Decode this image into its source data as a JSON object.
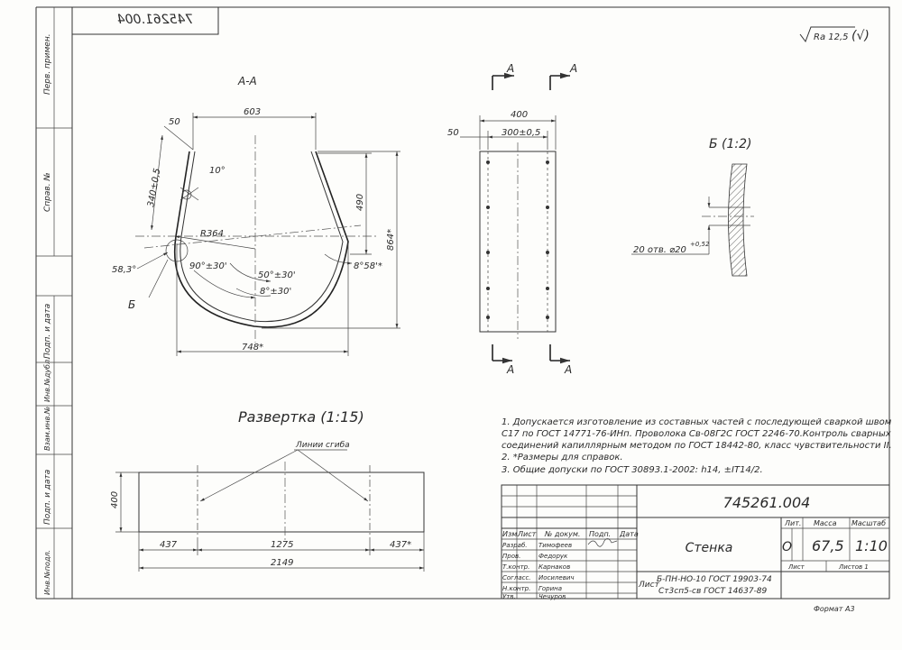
{
  "document": {
    "number": "745261.004",
    "number_mirrored": "745261.004",
    "roughness": "Ra 12,5",
    "roughness_suffix": "(√)",
    "format": "Формат А3"
  },
  "side_stamps": {
    "perv_primen": "Перв. примен.",
    "sprav": "Справ. №",
    "podp_data_1": "Подп. и дата",
    "inv_dubl": "Инв.№дубл.",
    "vzam_inv": "Взам.инв.№",
    "podp_data_2": "Подп. и дата",
    "inv_podl": "Инв.№подл."
  },
  "section_view": {
    "title": "А-А",
    "dim_top": "603",
    "dim_50": "50",
    "dim_340": "340±0,5",
    "dim_10deg": "10°",
    "dim_490": "490",
    "dim_864": "864*",
    "dim_R364": "R364",
    "dim_583": "58,3°",
    "dim_90_30": "90°±30'",
    "dim_50_30": "50°±30'",
    "dim_8_30": "8°±30'",
    "dim_858": "8°58'*",
    "dim_748": "748*",
    "callout_B": "Б"
  },
  "plan_view": {
    "cut_top_left": "А",
    "cut_top_right": "А",
    "cut_bottom_left": "А",
    "cut_bottom_right": "А",
    "dim_400": "400",
    "dim_300": "300±0,5",
    "dim_50": "50"
  },
  "detail_view": {
    "title": "Б (1:2)",
    "holes_prefix": "20 отв. ⌀20",
    "holes_tol": "+0,52"
  },
  "development": {
    "title": "Развертка (1:15)",
    "bend_lines": "Линии сгиба",
    "dim_400": "400",
    "dim_437_left": "437",
    "dim_1275": "1275",
    "dim_437_right": "437*",
    "dim_2149": "2149"
  },
  "notes": [
    "1. Допускается изготовление из составных частей с последующей сваркой швом",
    "С17 по ГОСТ 14771-76-ИНп. Проволока Св-08Г2С ГОСТ 2246-70.Контроль сварных",
    "соединений капиллярным методом по ГОСТ 18442-80, класс чувствительности II.",
    "2. *Размеры для справок.",
    "3. Общие допуски по ГОСТ 30893.1-2002: h14, ±IT14/2."
  ],
  "title_block": {
    "doc_number": "745261.004",
    "part_name": "Стенка",
    "material_prefix": "Лист",
    "material_line1": "Б-ПН-НО-10 ГОСТ 19903-74",
    "material_line2": "Ст3сп5-св ГОСТ 14637-89",
    "header_cells": [
      "Изм.",
      "Лист",
      "№ докум.",
      "Подп.",
      "Дата"
    ],
    "roles": [
      {
        "role": "Разраб.",
        "name": "Тимофеев"
      },
      {
        "role": "Пров.",
        "name": "Федорук"
      },
      {
        "role": "Т.контр.",
        "name": "Карнаков"
      },
      {
        "role": "Согласс.",
        "name": "Иосилевич"
      },
      {
        "role": "Н.контр.",
        "name": "Горина"
      },
      {
        "role": "Утв.",
        "name": "Чечуров"
      }
    ],
    "lit_label": "Лит.",
    "mass_label": "Масса",
    "scale_label": "Масштаб",
    "lit_value": "О",
    "mass_value": "67,5",
    "scale_value": "1:10",
    "sheet_label": "Лист",
    "sheets_label": "Листов 1"
  }
}
